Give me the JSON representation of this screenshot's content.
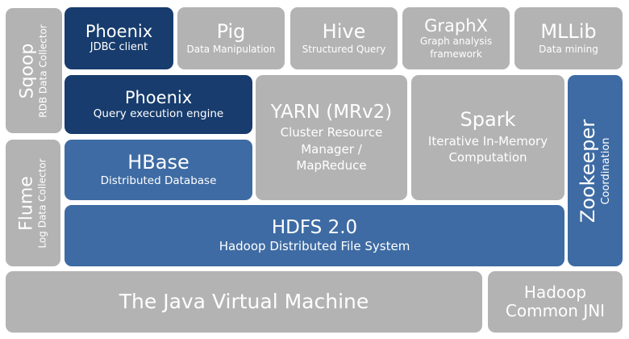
{
  "colors": {
    "navy": "#173c6d",
    "blue": "#3e6ba3",
    "grey": "#b3b3b3",
    "text": "#ffffff"
  },
  "blocks": {
    "sqoop": {
      "title": "Sqoop",
      "subtitle": "RDB Data Collector"
    },
    "flume": {
      "title": "Flume",
      "subtitle": "Log Data Collector"
    },
    "phoenix_client": {
      "title": "Phoenix",
      "subtitle": "JDBC client"
    },
    "pig": {
      "title": "Pig",
      "subtitle": "Data Manipulation"
    },
    "hive": {
      "title": "Hive",
      "subtitle": "Structured Query"
    },
    "graphx": {
      "title": "GraphX",
      "subtitle_line1": "Graph analysis",
      "subtitle_line2": "framework"
    },
    "mllib": {
      "title": "MLLib",
      "subtitle": "Data mining"
    },
    "phoenix_engine": {
      "title": "Phoenix",
      "subtitle": "Query execution engine"
    },
    "hbase": {
      "title": "HBase",
      "subtitle": "Distributed Database"
    },
    "yarn": {
      "title": "YARN (MRv2)",
      "subtitle_line1": "Cluster Resource",
      "subtitle_line2": "Manager /",
      "subtitle_line3": "MapReduce"
    },
    "spark": {
      "title": "Spark",
      "subtitle_line1": "Iterative In-Memory",
      "subtitle_line2": "Computation"
    },
    "zookeeper": {
      "title": "Zookeeper",
      "subtitle": "Coordination"
    },
    "hdfs": {
      "title": "HDFS 2.0",
      "subtitle": "Hadoop Distributed File System"
    },
    "jvm": {
      "title": "The Java Virtual Machine"
    },
    "jni": {
      "title_line1": "Hadoop",
      "title_line2": "Common JNI"
    }
  }
}
